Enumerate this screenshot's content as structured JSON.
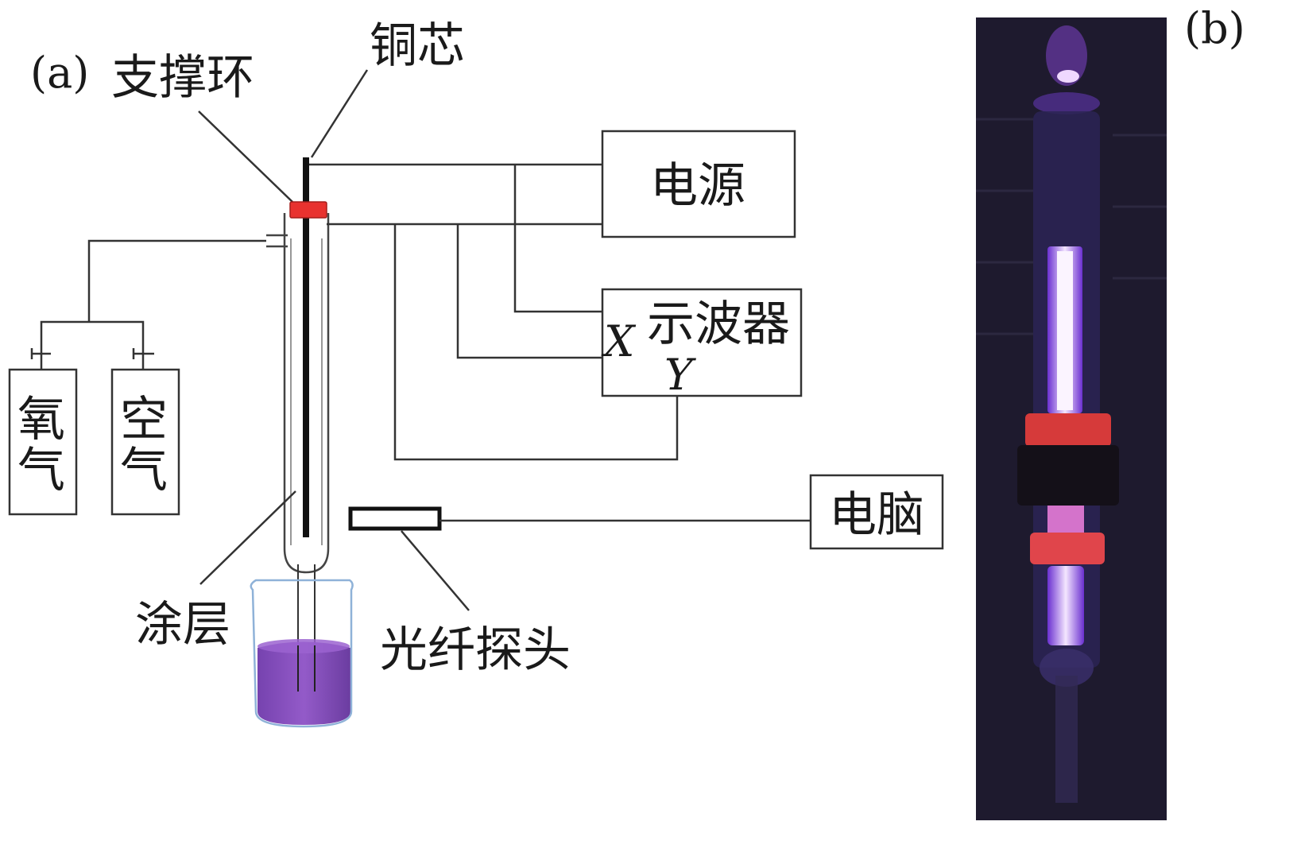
{
  "panel_a": {
    "label": "(a)",
    "labels": {
      "support_ring": "支撑环",
      "copper_core": "铜芯",
      "power_supply": "电源",
      "oscilloscope": "示波器",
      "osc_x": "X",
      "osc_y": "Y",
      "oxygen": "氧气",
      "air": "空气",
      "computer": "电脑",
      "coating": "涂层",
      "fiber_probe": "光纤探头"
    }
  },
  "panel_b": {
    "label": "(b)"
  },
  "colors": {
    "support_ring": "#e8322f",
    "liquid": "#7b3fb0",
    "photo_bg": "#1e1a2e",
    "plasma_glow": "#c084ff"
  }
}
